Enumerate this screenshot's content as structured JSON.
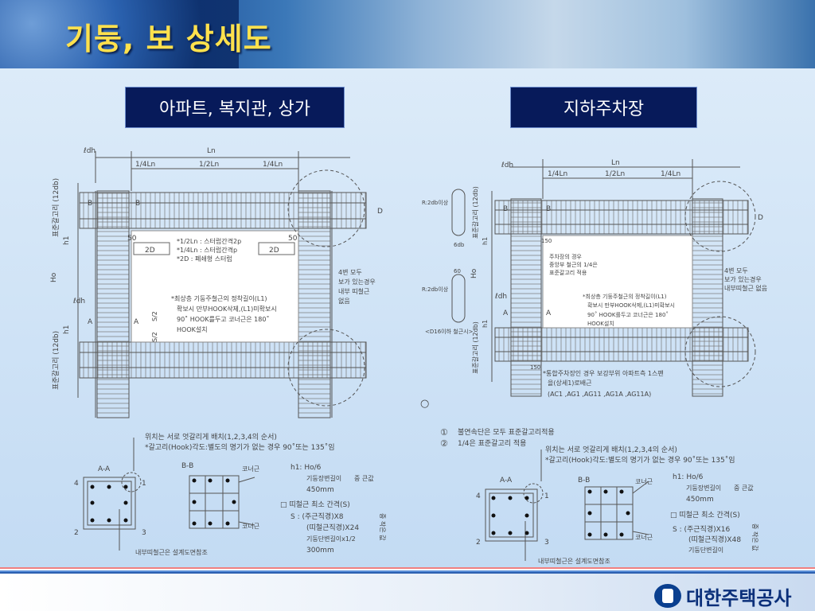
{
  "header": {
    "title": "기둥, 보 상세도"
  },
  "sections": {
    "left_label": "아파트, 복지관, 상가",
    "right_label": "지하주차장"
  },
  "left_drawing": {
    "ldh_top": "ℓdh",
    "ln": "Ln",
    "q1": "1/4Ln",
    "half": "1/2Ln",
    "q2": "1/4Ln",
    "hook_top": "표준갈고리 (12db)",
    "h1_top": "h1",
    "ho": "Ho",
    "h1_bot": "h1",
    "hook_bot": "표준갈고리 (12db)",
    "ldh_mid": "ℓdh",
    "b_left": "B",
    "b_right": "B",
    "a_left": "A",
    "a_right": "A",
    "d": "D",
    "fifty_l": "50",
    "fifty_r": "50",
    "twod_l": "2D",
    "twod_r": "2D",
    "note1": "*1/2Ln : 스터럽간격2p",
    "note2": "*1/4Ln : 스터럽간격p",
    "note3": "*2D : 폐쇄형 스터럽",
    "note4": "*최상층 기둥주철근의 정착길이(L1)",
    "note5": "확보시 만부HOOK삭제,(L1)미확보시",
    "note6": "90˚ HOOK를두고 코너근은 180˚",
    "note7": "HOOK설치",
    "s2_a": "S/2",
    "s2_b": "S/2",
    "side1": "4변 모두",
    "side2": "보가 있는경우",
    "side3": "내부 띠철근",
    "side4": "없음"
  },
  "right_drawing": {
    "ldh_top": "ℓdh",
    "ln": "Ln",
    "q1": "1/4Ln",
    "half": "1/2Ln",
    "q2": "1/4Ln",
    "r2db_a": "R:2db이상",
    "r2db_b": "R:2db이상",
    "sixdb": "6db",
    "sixty": "60",
    "hook_top": "표준갈고리 (12db)",
    "h1_top": "h1",
    "ho": "Ho",
    "h1_bot": "h1",
    "hook_bot": "표준갈고리 (12db)",
    "ldh_mid": "ℓdh",
    "b_left": "B",
    "b_right": "B",
    "a_left": "A",
    "a_right": "A",
    "d": "D",
    "fifty": "150",
    "fifty_b": "150",
    "tie_caption": "<D16이하 철근시>",
    "mid1": "주차장의 경우",
    "mid2": "중앙부 철근의 1/4은",
    "mid3": "표준갈고리 적용",
    "note4": "*최상층 기둥주철근의 정착길이(L1)",
    "note5": "확보시 만부HOOK삭제,(L1)미확보시",
    "note6": "90˚ HOOK를두고 코너근은 180˚",
    "note7": "HOOK설치",
    "side1": "4변 모두",
    "side2": "보가 있는경우",
    "side3": "내부띠철근 없음",
    "note8": "*통합주차장인 경우 보강부위 아파트측 1스팬",
    "note9": "을(상세1)로배근",
    "note10": "(AC1 ,AG1 ,AG11 ,AG1A ,AG11A)",
    "circle_mark": "○"
  },
  "left_section": {
    "note_a": "위치는 서로 엇갈리게 배치(1,2,3,4의 순서)",
    "note_b": "*갈고리(Hook)각도:별도의 명기가 없는 경우 90˚또는 135˚임",
    "aa": "A-A",
    "bb": "B-B",
    "n1": "1",
    "n2": "2",
    "n3": "3",
    "n4": "4",
    "corner1": "코너근",
    "corner2": "코너근",
    "h1_label": "h1: Ho/6",
    "h1_a": "기둥장변길이",
    "h1_b": "450mm",
    "h1_c": "중 큰값",
    "tie_title": "□ 띠철근 최소 간격(S)",
    "s_a": "S : (주근직경)X8",
    "s_b": "(띠철근직경)X24",
    "s_c": "기둥단변길이x1/2",
    "s_d": "300mm",
    "s_min": "중 작은 값",
    "inner": "내부띠철근은 설계도면참조"
  },
  "right_section": {
    "c1": "①",
    "c2": "②",
    "note_c1": "불연속단은 모두 표준갈고리적용",
    "note_c2": "1/4은 표준갈고리 적용",
    "note_a": "위치는 서로 엇갈리게 배치(1,2,3,4의 순서)",
    "note_b": "*갈고리(Hook)각도:별도의 명기가 없는 경우 90˚또는 135˚임",
    "aa": "A-A",
    "bb": "B-B",
    "n1": "1",
    "n2": "2",
    "n3": "3",
    "n4": "4",
    "corner1": "코너근",
    "corner2": "코너근",
    "h1_label": "h1: Ho/6",
    "h1_a": "기둥장변길이",
    "h1_b": "450mm",
    "h1_c": "중 큰값",
    "tie_title": "□ 띠철근 최소 간격(S)",
    "s_a": "S : (주근직경)X16",
    "s_b": "(띠철근직경)X48",
    "s_c": "기둥단변길이",
    "s_min": "중 작은 값",
    "inner": "내부띠철근은 설계도면참조"
  },
  "footer": {
    "logo_text": "대한주택공사"
  },
  "colors": {
    "title": "#ffe14d",
    "label_bg": "#071a5a"
  }
}
